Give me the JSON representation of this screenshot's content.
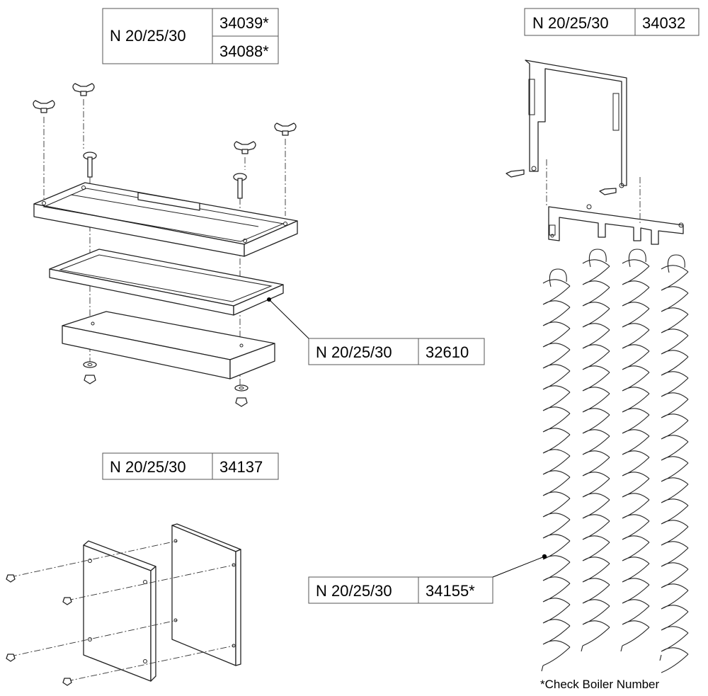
{
  "part_labels": [
    {
      "model": "N 20/25/30",
      "codes": [
        "34039*",
        "34088*"
      ]
    },
    {
      "model": "N 20/25/30",
      "codes": [
        "34032"
      ]
    },
    {
      "model": "N 20/25/30",
      "codes": [
        "32610"
      ]
    },
    {
      "model": "N 20/25/30",
      "codes": [
        "34137"
      ]
    },
    {
      "model": "N 20/25/30",
      "codes": [
        "34155*"
      ]
    }
  ],
  "footnote": "*Check Boiler Number"
}
